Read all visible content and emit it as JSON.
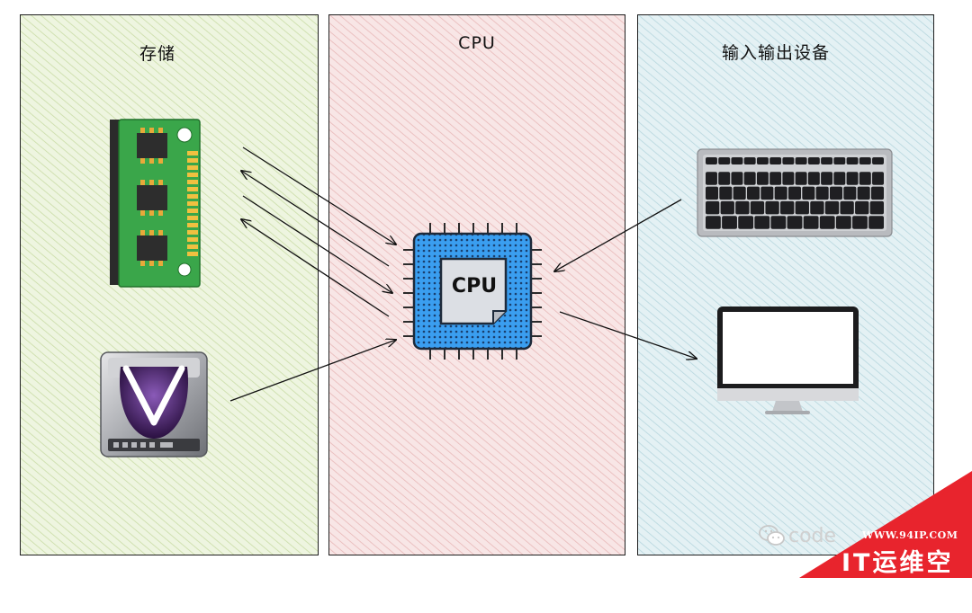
{
  "panels": {
    "storage": {
      "title": "存储",
      "color": "#e9f2d8"
    },
    "cpu": {
      "title": "CPU",
      "color": "#f6dede"
    },
    "io": {
      "title": "输入输出设备",
      "color": "#dcecf0"
    }
  },
  "cpu_chip": {
    "label": "CPU"
  },
  "icons": [
    "memory-module-icon",
    "hard-disk-icon",
    "cpu-chip-icon",
    "keyboard-icon",
    "monitor-icon",
    "wechat-icon"
  ],
  "watermark": {
    "text": "code",
    "banner_url": "WWW.94IP.COM",
    "banner_name": "IT运维空间",
    "banner_color": "#e8242d"
  }
}
